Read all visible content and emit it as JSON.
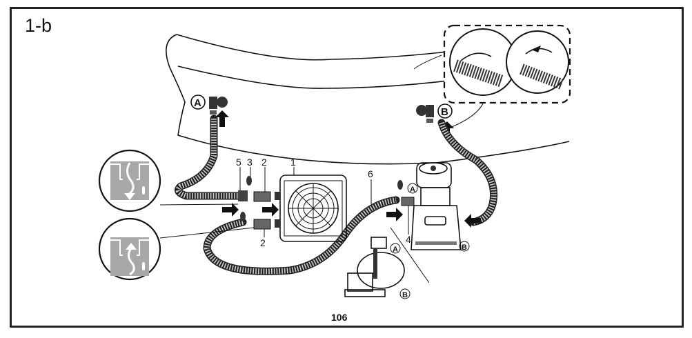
{
  "figure": {
    "label": "1-b",
    "page_number": "106"
  },
  "callouts": {
    "port_a_left": "A",
    "port_b_right": "B",
    "filter_a": "A",
    "filter_b": "B",
    "sand_a": "A",
    "sand_b": "B"
  },
  "part_numbers": {
    "heat_pump": "1",
    "adapter_top": "2",
    "adapter_bottom": "2",
    "clamp": "3",
    "adapter_filter": "4",
    "connector": "5",
    "hose": "6"
  },
  "insets": {
    "water_out_icon": "water-flow-down-thermometer-icon",
    "water_in_icon": "water-flow-up-thermometer-icon",
    "clamp_detail": "hose-clamp-tightening-detail"
  },
  "colors": {
    "line": "#111111",
    "inset_fill": "#a8a8a8",
    "hose_fill": "#cfcfcf"
  }
}
